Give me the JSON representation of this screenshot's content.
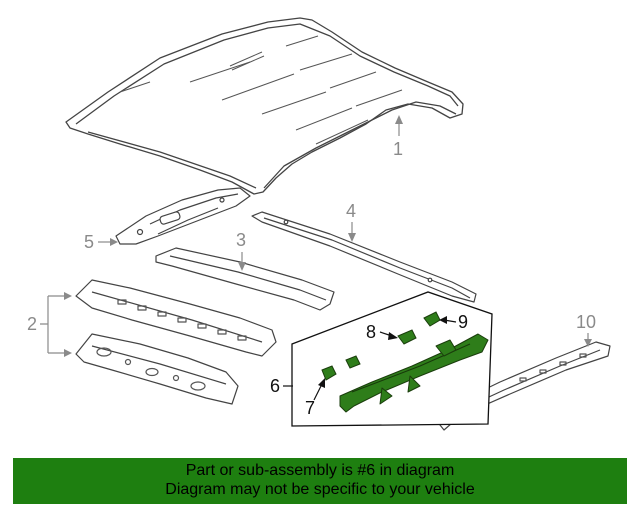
{
  "callouts": {
    "c1": "1",
    "c2": "2",
    "c3": "3",
    "c4": "4",
    "c5": "5",
    "c6": "6",
    "c7": "7",
    "c8": "8",
    "c9": "9",
    "c10": "10"
  },
  "banner": {
    "line1": "Part or sub-assembly is #6 in diagram",
    "line2": "Diagram may not be specific to your vehicle"
  },
  "colors": {
    "highlight_part": "#2e7d1a",
    "banner_bg": "#1e7f10",
    "line_gray": "#8a8a8a"
  }
}
